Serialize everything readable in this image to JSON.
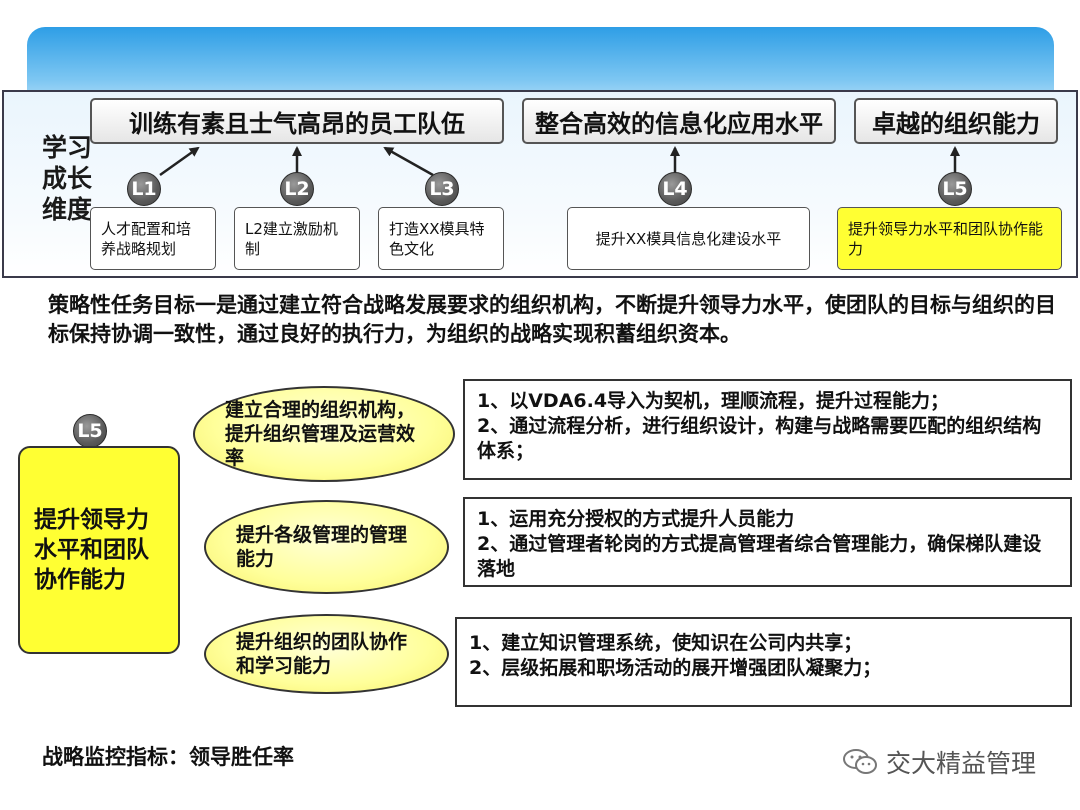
{
  "dimension_label": "学习成长维度",
  "goals": [
    "训练有素且士气高昂的员工队伍",
    "整合高效的信息化应用水平",
    "卓越的组织能力"
  ],
  "levels": [
    {
      "badge": "L1",
      "text": "人才配置和培养战略规划"
    },
    {
      "badge": "L2",
      "text": "L2建立激励机制"
    },
    {
      "badge": "L3",
      "text": "打造XX模具特色文化"
    },
    {
      "badge": "L4",
      "text": "提升XX模具信息化建设水平"
    },
    {
      "badge": "L5",
      "text": "提升领导力水平和团队协作能力",
      "highlight_color": "#ffff33"
    }
  ],
  "description": "策略性任务目标一是通过建立符合战略发展要求的组织机构，不断提升领导力水平，使团队的目标与组织的目标保持协调一致性，通过良好的执行力，为组织的战略实现积蓄组织资本。",
  "focus": {
    "badge": "L5",
    "text": "提升领导力水平和团队协作能力"
  },
  "initiatives": [
    {
      "title": "建立合理的组织机构，提升组织管理及运营效率",
      "actions": [
        "1、以VDA6.4导入为契机，理顺流程，提升过程能力；",
        "2、通过流程分析，进行组织设计，构建与战略需要匹配的组织结构体系；"
      ]
    },
    {
      "title": "提升各级管理的管理能力",
      "actions": [
        "1、运用充分授权的方式提升人员能力",
        "2、通过管理者轮岗的方式提高管理者综合管理能力，确保梯队建设落地"
      ]
    },
    {
      "title": "提升组织的团队协作和学习能力",
      "actions": [
        "1、建立知识管理系统，使知识在公司内共享；",
        "2、层级拓展和职场活动的展开增强团队凝聚力；"
      ]
    }
  ],
  "footer": "战略监控指标：领导胜任率",
  "watermark": "交大精益管理",
  "colors": {
    "banner": "#2e9ee6",
    "highlight": "#ffff33",
    "oval": "#ffff9a",
    "badge": "#5a5a5a"
  }
}
